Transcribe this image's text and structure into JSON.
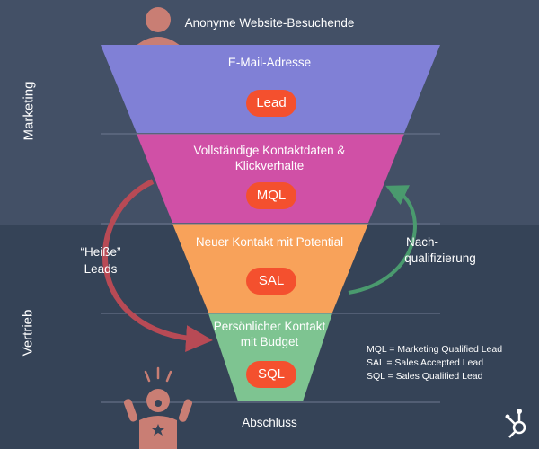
{
  "top_label": "Anonyme Website-Besuchende",
  "stages": [
    {
      "title": "E-Mail-Adresse",
      "badge": "Lead",
      "color": "#8080d6"
    },
    {
      "title_line1": "Vollständige Kontaktdaten &",
      "title_line2": "Klickverhalte",
      "badge": "MQL",
      "color": "#d050a6"
    },
    {
      "title": "Neuer Kontakt mit Potential",
      "badge": "SAL",
      "color": "#f8a25a"
    },
    {
      "title_line1": "Persönlicher Kontakt",
      "title_line2": "mit Budget",
      "badge": "SQL",
      "color": "#7ec491"
    }
  ],
  "bottom_label": "Abschluss",
  "sections": {
    "marketing": "Marketing",
    "vertrieb": "Vertrieb"
  },
  "hot_leads": {
    "line1": "“Heiße”",
    "line2": "Leads"
  },
  "requalify": {
    "line1": "Nach-",
    "line2": "qualifizierung"
  },
  "legend": [
    "MQL = Marketing Qualified Lead",
    "SAL = Sales Accepted Lead",
    "SQL = Sales Qualified Lead"
  ],
  "colors": {
    "bg_top": "#435066",
    "bg_bottom": "#354357",
    "badge": "#f4502e",
    "arrow_red": "#b84a55",
    "arrow_green": "#4a9a6e",
    "person": "#c97e74"
  },
  "icons": [
    "person-icon",
    "excited-person-icon",
    "hubspot-logo-icon"
  ]
}
